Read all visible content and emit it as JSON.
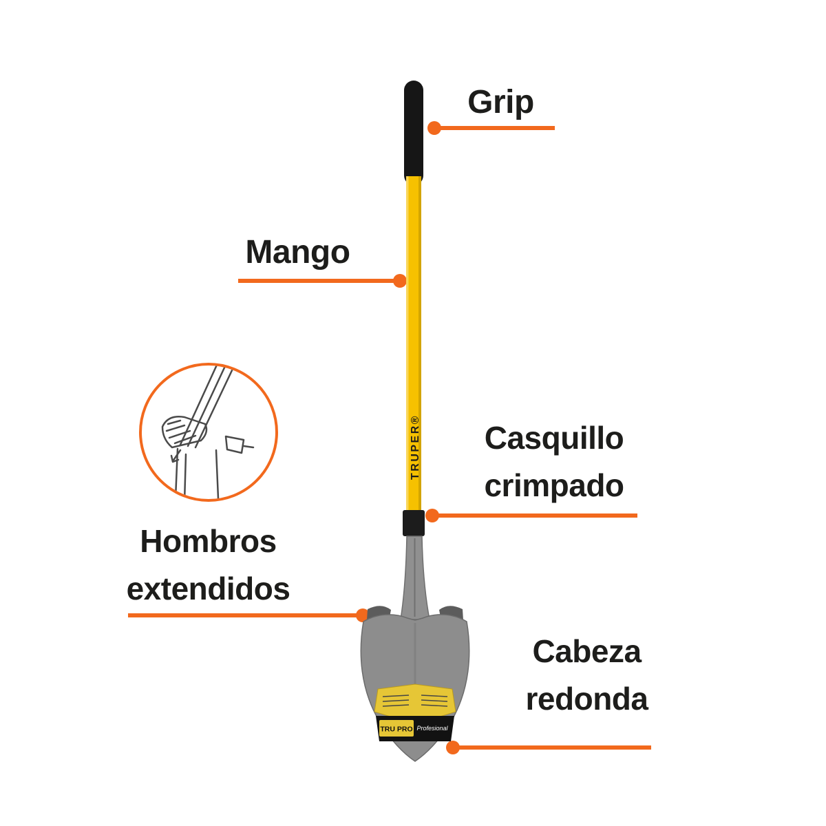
{
  "diagram": {
    "accent_color": "#f2691d",
    "callouts": {
      "grip": {
        "label": "Grip"
      },
      "mango": {
        "label": "Mango"
      },
      "casquillo": {
        "line1": "Casquillo",
        "line2": "crimpado"
      },
      "hombros": {
        "line1": "Hombros",
        "line2": "extendidos"
      },
      "cabeza": {
        "line1": "Cabeza",
        "line2": "redonda"
      }
    },
    "shovel": {
      "shaft_brand": "TRUPER®",
      "sticker_band_left": "TRU PRO",
      "sticker_band_right": "Profesional",
      "colors": {
        "shaft_yellow": "#f6c100",
        "grip_black": "#161616",
        "ferrule_black": "#1c1c1c",
        "blade_gray": "#8d8d8d",
        "socket_gray": "#909090",
        "sticker_yellow": "#e6c636",
        "band_black": "#121212"
      }
    }
  }
}
